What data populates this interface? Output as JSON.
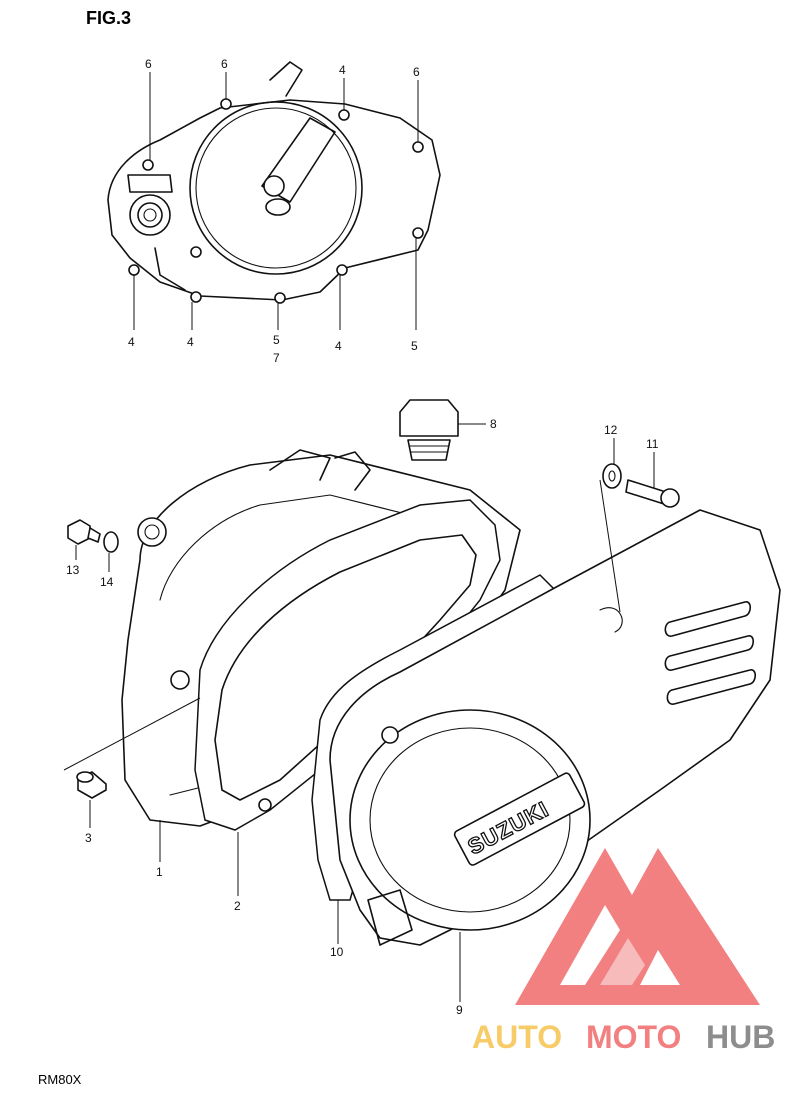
{
  "figure_title": "FIG.3",
  "model_code": "RM80X",
  "cover_brand": "SUZUKI",
  "watermark": {
    "part1": "AUTO",
    "part2": "MOTO",
    "part3": "HUB",
    "colors": {
      "gold": "#f6c44e",
      "red": "#f06a6a",
      "gray": "#7a7a7a"
    }
  },
  "callouts": {
    "top_6a": "6",
    "top_6b": "6",
    "top_4a": "4",
    "top_6c": "6",
    "bot_4a": "4",
    "bot_4b": "4",
    "bot_5a": "5",
    "bot_7": "7",
    "bot_4c": "4",
    "bot_5b": "5",
    "p8": "8",
    "p12": "12",
    "p11": "11",
    "p13": "13",
    "p14": "14",
    "p3": "3",
    "p1": "1",
    "p2": "2",
    "p10": "10",
    "p9": "9"
  }
}
